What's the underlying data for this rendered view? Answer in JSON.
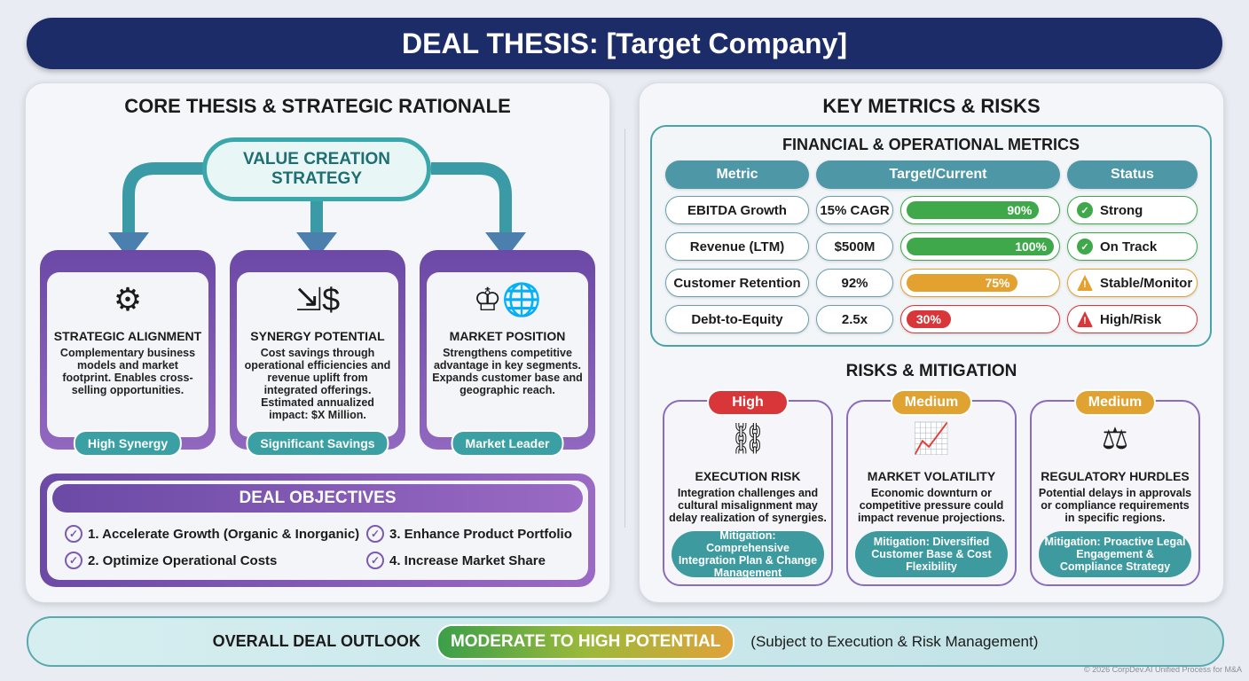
{
  "title": "DEAL THESIS: [Target Company]",
  "left": {
    "heading": "CORE THESIS & STRATEGIC RATIONALE",
    "center": "VALUE CREATION STRATEGY",
    "cards": [
      {
        "icon": "gears-icon",
        "glyph": "⚙",
        "title": "STRATEGIC ALIGNMENT",
        "desc": "Complementary business models and market footprint. Enables cross-selling opportunities.",
        "tag": "High Synergy"
      },
      {
        "icon": "converging-arrows-dollar-icon",
        "glyph": "⇲$",
        "title": "SYNERGY POTENTIAL",
        "desc": "Cost savings through operational efficiencies and revenue uplift from integrated offerings. Estimated annualized impact: $X Million.",
        "tag": "Significant Savings"
      },
      {
        "icon": "crown-globe-icon",
        "glyph": "♔🌐",
        "title": "MARKET POSITION",
        "desc": "Strengthens competitive advantage in key segments. Expands customer base and geographic reach.",
        "tag": "Market Leader"
      }
    ],
    "objectives": {
      "heading": "DEAL OBJECTIVES",
      "items": [
        "1. Accelerate Growth (Organic & Inorganic)",
        "3. Enhance Product Portfolio",
        "2. Optimize Operational Costs",
        "4. Increase Market Share"
      ]
    }
  },
  "right": {
    "heading": "KEY METRICS & RISKS",
    "metrics": {
      "heading": "FINANCIAL & OPERATIONAL METRICS",
      "columns": [
        "Metric",
        "Target/Current",
        "Status"
      ],
      "rows": [
        {
          "metric": "EBITDA Growth",
          "value": "15% CAGR",
          "progress": 90,
          "progress_label": "90%",
          "status": "Strong",
          "status_icon": "check-icon",
          "color": "#3ea84b"
        },
        {
          "metric": "Revenue (LTM)",
          "value": "$500M",
          "progress": 100,
          "progress_label": "100%",
          "status": "On Track",
          "status_icon": "check-icon",
          "color": "#3ea84b"
        },
        {
          "metric": "Customer Retention",
          "value": "92%",
          "progress": 75,
          "progress_label": "75%",
          "status": "Stable/Monitor",
          "status_icon": "warning-icon",
          "color": "#e3a22f"
        },
        {
          "metric": "Debt-to-Equity",
          "value": "2.5x",
          "progress": 30,
          "progress_label": "30%",
          "status": "High/Risk",
          "status_icon": "warning-icon",
          "color": "#d9363a"
        }
      ]
    },
    "risks": {
      "heading": "RISKS & MITIGATION",
      "items": [
        {
          "level": "High",
          "color": "#d9363a",
          "icon": "broken-chain-icon",
          "glyph": "⛓",
          "title": "EXECUTION RISK",
          "desc": "Integration challenges and cultural misalignment may delay realization of synergies.",
          "mitigation": "Mitigation: Comprehensive Integration Plan & Change Management"
        },
        {
          "level": "Medium",
          "color": "#e0a230",
          "icon": "bar-chart-trend-icon",
          "glyph": "📈",
          "title": "MARKET VOLATILITY",
          "desc": "Economic downturn or competitive pressure could impact revenue projections.",
          "mitigation": "Mitigation: Diversified Customer Base & Cost Flexibility"
        },
        {
          "level": "Medium",
          "color": "#e0a230",
          "icon": "gavel-document-icon",
          "glyph": "⚖",
          "title": "REGULATORY HURDLES",
          "desc": "Potential delays in approvals or compliance requirements in specific regions.",
          "mitigation": "Mitigation: Proactive Legal Engagement & Compliance Strategy"
        }
      ]
    }
  },
  "outlook": {
    "label": "OVERALL DEAL OUTLOOK",
    "value": "MODERATE TO HIGH POTENTIAL",
    "note": "(Subject to Execution & Risk Management)"
  },
  "footer": "© 2026 CorpDev.AI Unified Process for M&A"
}
